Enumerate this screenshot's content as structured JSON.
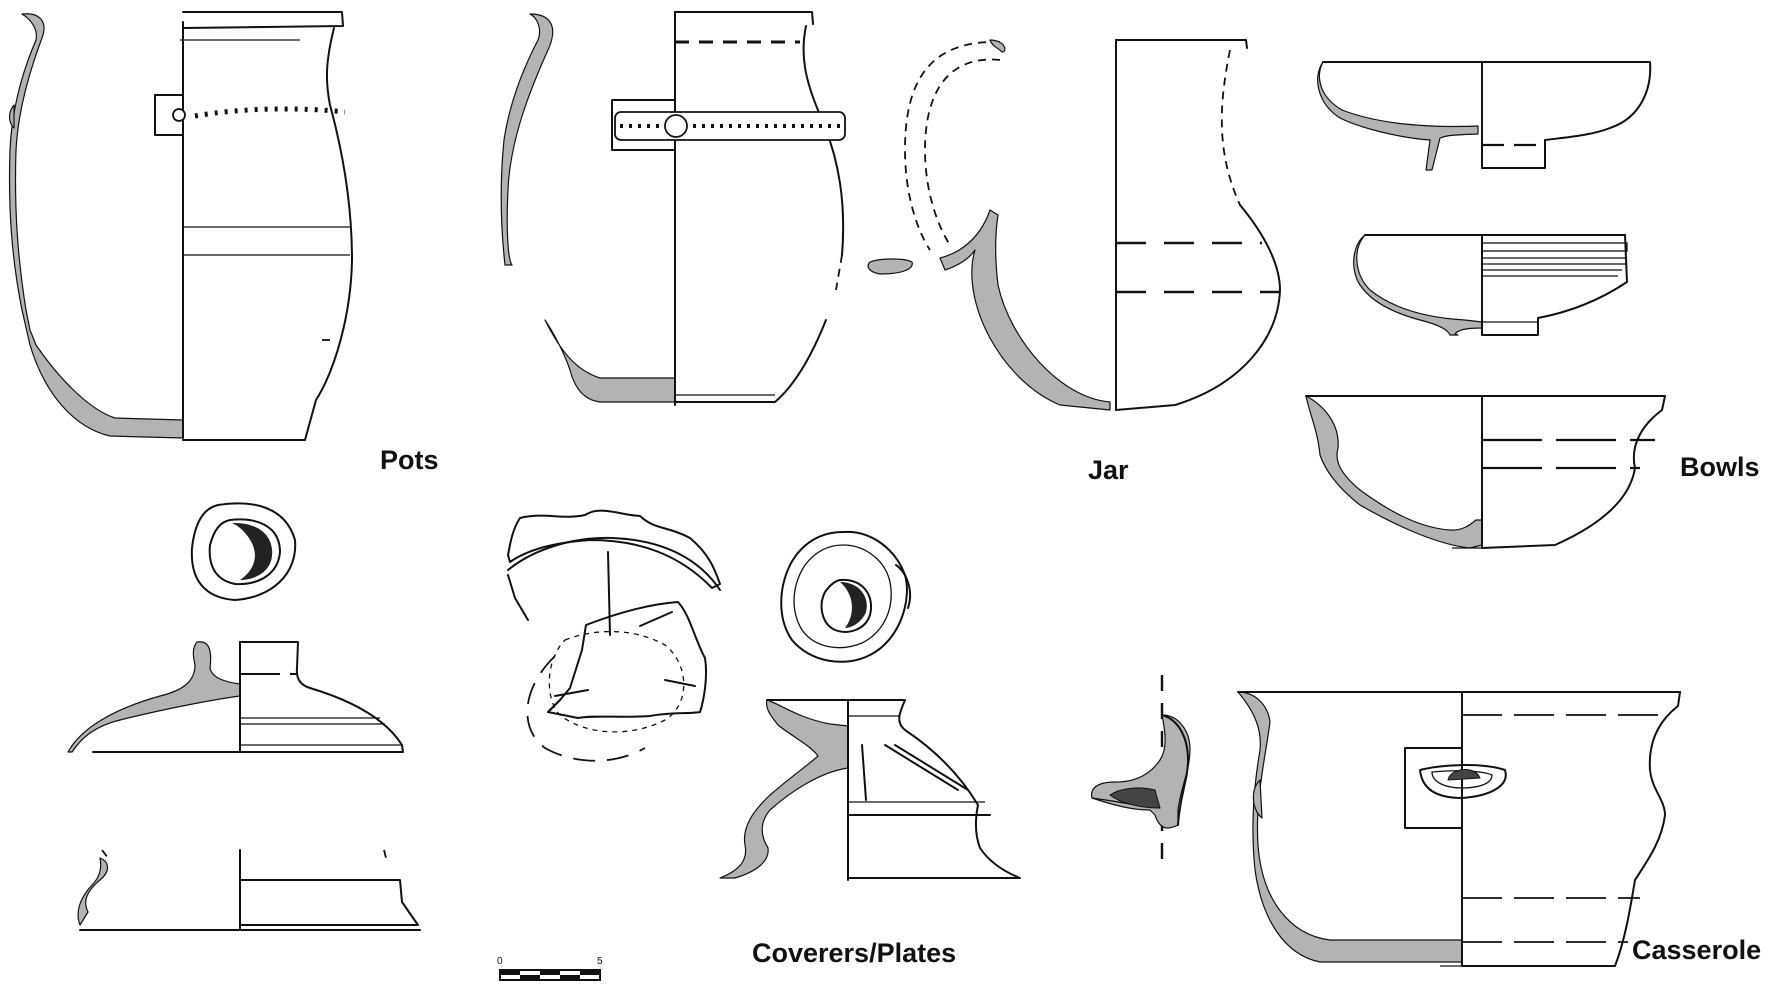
{
  "labels": {
    "pots": "Pots",
    "jar": "Jar",
    "bowls": "Bowls",
    "coverers": "Coverers/Plates",
    "casserole": "Casserole"
  },
  "scale_bar": {
    "start": "0",
    "end": "5"
  },
  "colors": {
    "section_fill": "#b3b3b3",
    "line": "#111111",
    "background": "#ffffff"
  }
}
